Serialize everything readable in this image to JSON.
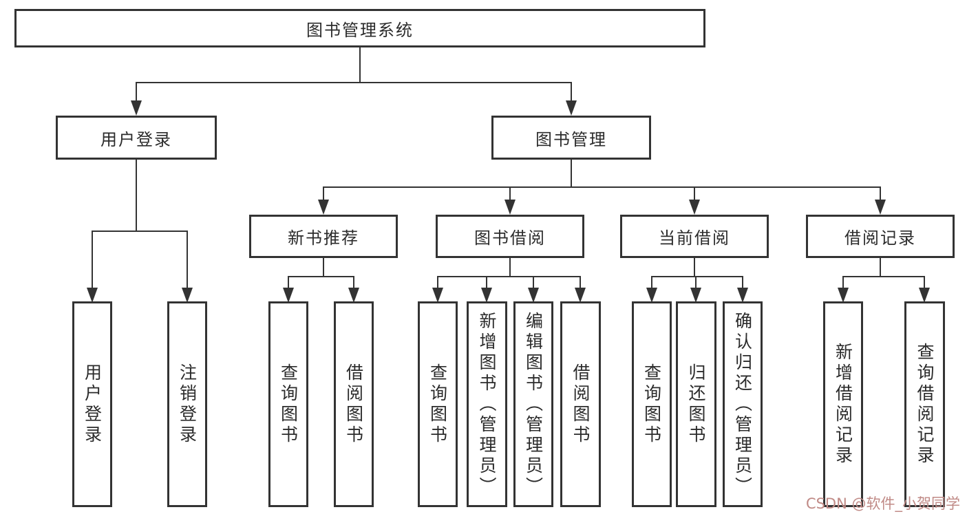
{
  "diagram": {
    "root": {
      "label": "图书管理系统"
    },
    "level2": [
      {
        "label": "用户登录"
      },
      {
        "label": "图书管理"
      }
    ],
    "level3": [
      {
        "label": "新书推荐"
      },
      {
        "label": "图书借阅"
      },
      {
        "label": "当前借阅"
      },
      {
        "label": "借阅记录"
      }
    ],
    "leaves": {
      "user_login": [
        "用户登录",
        "注销登录"
      ],
      "new_book_recommend": [
        "查询图书",
        "借阅图书"
      ],
      "book_borrow": [
        "查询图书",
        "新增图书（管理员）",
        "编辑图书（管理员）",
        "借阅图书"
      ],
      "current_borrow": [
        "查询图书",
        "归还图书",
        "确认归还（管理员）"
      ],
      "borrow_records": [
        "新增借阅记录",
        "查询借阅记录"
      ]
    },
    "watermark": "CSDN @软件_小贺同学",
    "colors": {
      "line": "#333333",
      "text": "#2b2b2b",
      "background": "#ffffff",
      "watermark": "#c08a86"
    }
  }
}
